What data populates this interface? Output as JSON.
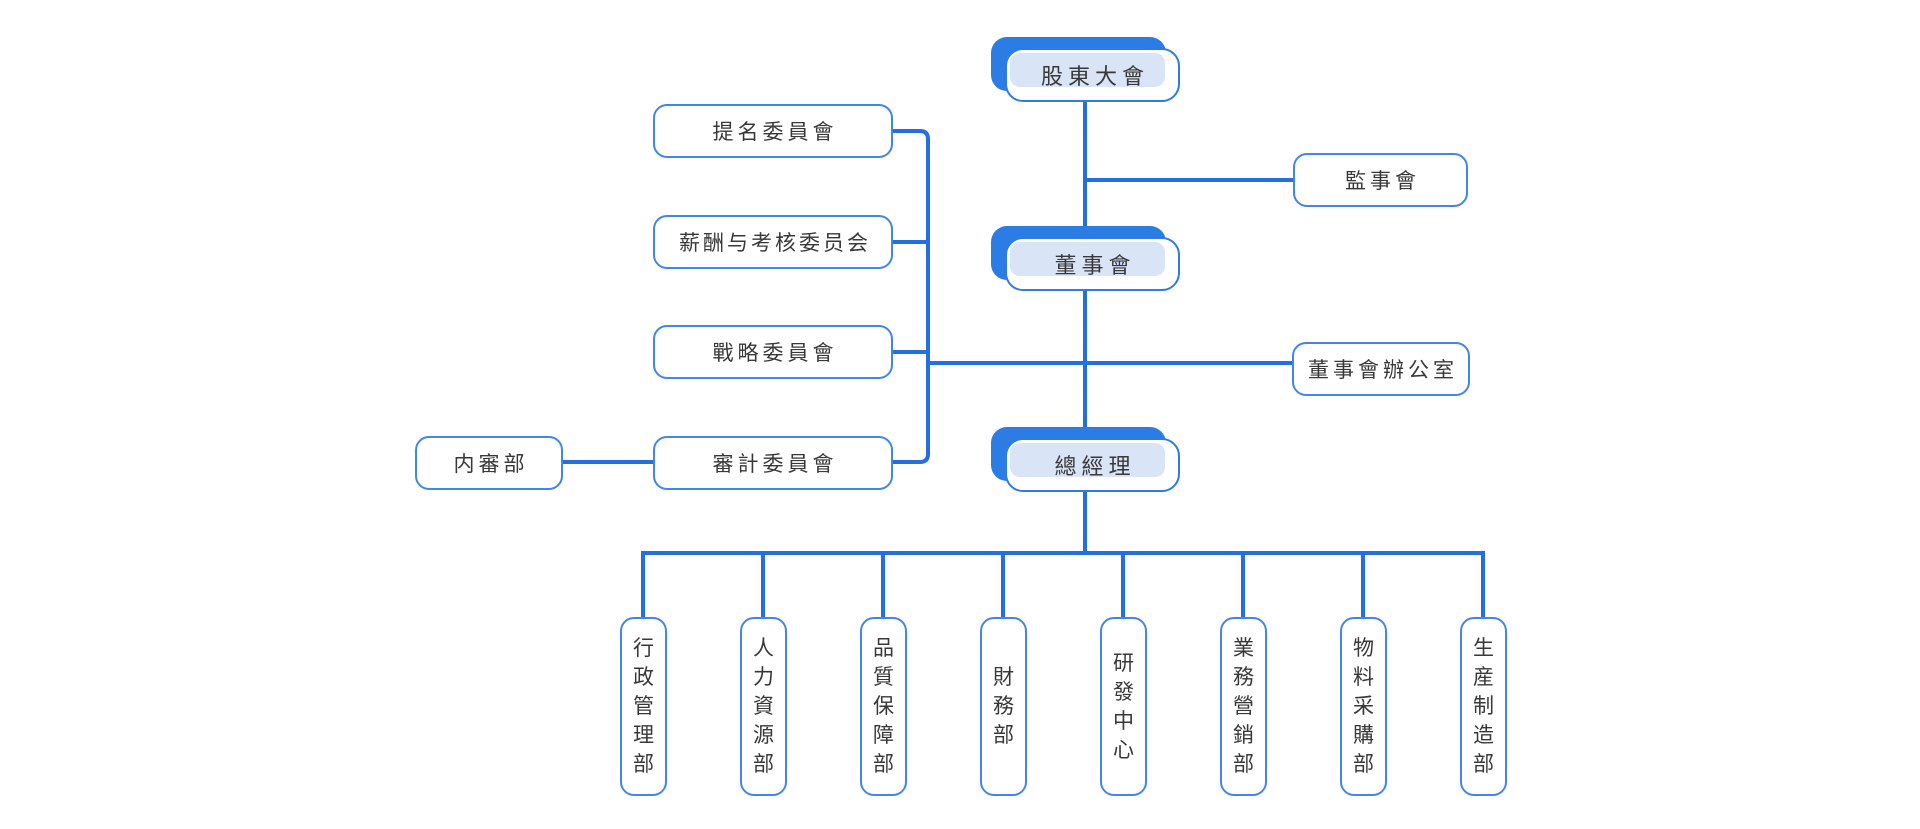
{
  "chart": {
    "type": "org-chart",
    "background": "#FFFFFF",
    "colors": {
      "connector_blue": "#2170DE",
      "accent_tab_blue": "#2B7CE4",
      "node_border_blue": "#4285EC",
      "highlight_fill_blue": "#D9E4F7",
      "node_fill_white": "#FFFFFF",
      "text": "#383838"
    },
    "nodes": {
      "shareholders": {
        "label": "股東大會"
      },
      "supervisory": {
        "label": "監事會"
      },
      "board": {
        "label": "董事會"
      },
      "board_office": {
        "label": "董事會辦公室"
      },
      "general_manager": {
        "label": "總經理"
      },
      "nomination": {
        "label": "提名委員會"
      },
      "remuneration": {
        "label": "薪酬与考核委员会"
      },
      "strategy": {
        "label": "戰略委員會"
      },
      "audit": {
        "label": "審計委員會"
      },
      "internal_audit": {
        "label": "内審部"
      },
      "departments": [
        {
          "label": "行政管理部"
        },
        {
          "label": "人力資源部"
        },
        {
          "label": "品質保障部"
        },
        {
          "label": "財務部"
        },
        {
          "label": "研發中心"
        },
        {
          "label": "業務營銷部"
        },
        {
          "label": "物料采購部"
        },
        {
          "label": "生産制造部"
        }
      ]
    },
    "edges": [
      "股東大會→董事會",
      "股東大會→監事會",
      "董事會→總經理",
      "董事會→董事會辦公室",
      "董事會→提名委員會",
      "董事會→薪酬与考核委员会",
      "董事會→戰略委員會",
      "董事會→審計委員會",
      "審計委員會→内審部",
      "總經理→行政管理部",
      "總經理→人力資源部",
      "總經理→品質保障部",
      "總經理→財務部",
      "總經理→研發中心",
      "總經理→業務營銷部",
      "總經理→物料采購部",
      "總經理→生産制造部"
    ]
  }
}
